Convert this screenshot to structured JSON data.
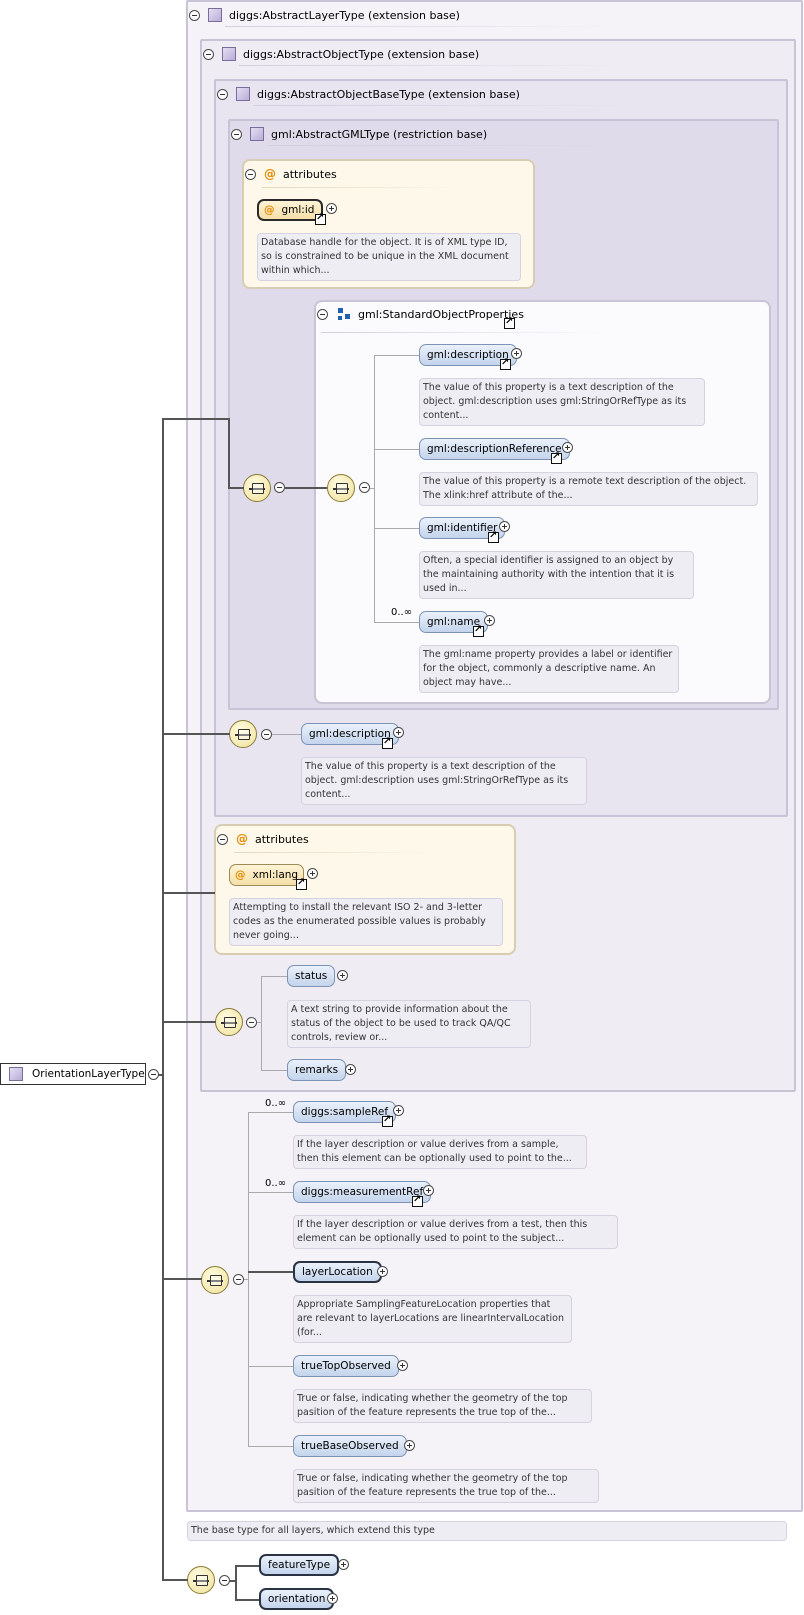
{
  "root": {
    "label": "OrientationLayerType"
  },
  "types": {
    "abstract_layer": "diggs:AbstractLayerType (extension base)",
    "abstract_object": "diggs:AbstractObjectType (extension base)",
    "abstract_object_base": "diggs:AbstractObjectBaseType (extension base)",
    "abstract_gml": "gml:AbstractGMLType (restriction base)"
  },
  "attributes_gml": {
    "title": "attributes",
    "attr": "gml:id",
    "doc": "Database handle for the object. It is of XML type ID, so is constrained to be unique in the XML document within which..."
  },
  "standard_object_properties": {
    "title": "gml:StandardObjectProperties",
    "elements": [
      {
        "name": "gml:description",
        "doc": "The value of this property is a text description of the object. gml:description uses gml:StringOrRefType as its content..."
      },
      {
        "name": "gml:descriptionReference",
        "doc": "The value of this property is a remote text description of the object. The xlink:href attribute of the..."
      },
      {
        "name": "gml:identifier",
        "doc": "Often, a special identifier is assigned to an object by the maintaining authority with the intention that it is used in..."
      },
      {
        "name": "gml:name",
        "occurs": "0..∞",
        "doc": "The gml:name property provides a label or identifier for the object, commonly a descriptive name. An object may have..."
      }
    ]
  },
  "base_description": {
    "name": "gml:description",
    "doc": "The value of this property is a text description of the object. gml:description uses gml:StringOrRefType as its content..."
  },
  "attributes_object": {
    "title": "attributes",
    "attr": "xml:lang",
    "doc": "Attempting to install the relevant ISO 2- and 3-letter codes as the enumerated possible values is probably never going..."
  },
  "object_elements": {
    "status": {
      "name": "status",
      "doc": "A text string to provide information about the status of the object to be used to track QA/QC controls, review or..."
    },
    "remarks": {
      "name": "remarks"
    }
  },
  "layer_elements": [
    {
      "name": "diggs:sampleRef",
      "occurs": "0..∞",
      "doc": "If the layer description or value derives from a sample, then this element can be optionally used to point to the..."
    },
    {
      "name": "diggs:measurementRef",
      "occurs": "0..∞",
      "doc": "If the layer description or value derives from a test, then this element can be optionally used to point to the subject..."
    },
    {
      "name": "layerLocation",
      "doc": "Appropriate SamplingFeatureLocation properties that are relevant to layerLocations are linearIntervalLocation (for..."
    },
    {
      "name": "trueTopObserved",
      "doc": "True or false, indicating whether the geometry of the top pasition of the feature represents the true top of the..."
    },
    {
      "name": "trueBaseObserved",
      "doc": "True or false, indicating whether the geometry of the top pasition of the feature represents the true top of the..."
    }
  ],
  "layer_doc": "The base type for all layers, which extend this type",
  "orientation_elements": [
    {
      "name": "featureType"
    },
    {
      "name": "orientation"
    }
  ]
}
